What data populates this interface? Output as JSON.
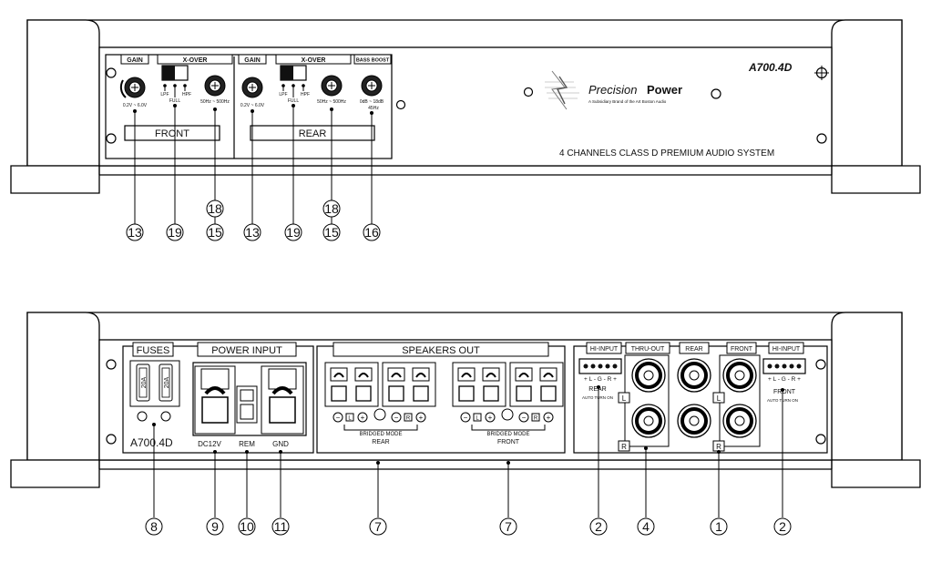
{
  "front_panel": {
    "model": "A700.4D",
    "tagline": "4 CHANNELS CLASS D PREMIUM AUDIO SYSTEM",
    "brand_light": "Precision",
    "brand_bold": "Power",
    "brand_sub": "A Subsidiary Brand of the Art Boston Audio",
    "front_section": {
      "label": "FRONT",
      "gain_label": "GAIN",
      "gain_range": "0.2V ~ 6.0V",
      "xover_label": "X-OVER",
      "xover_modes": [
        "LPF",
        "FULL",
        "HPF"
      ],
      "freq_range": "50Hz ~ 500Hz"
    },
    "rear_section": {
      "label": "REAR",
      "gain_label": "GAIN",
      "gain_range": "0.2V ~ 6.0V",
      "xover_label": "X-OVER",
      "xover_modes": [
        "LPF",
        "FULL",
        "HPF"
      ],
      "freq_range": "50Hz ~ 500Hz",
      "bass_label": "BASS BOOST",
      "bass_range": "0dB ~ 18dB",
      "bass_freq": "45Hz"
    },
    "callouts": [
      "13",
      "19",
      "18",
      "15",
      "13",
      "19",
      "18",
      "15",
      "16"
    ]
  },
  "rear_panel": {
    "fuses_label": "FUSES",
    "fuse_rating": "20A",
    "model": "A700.4D",
    "power_label": "POWER INPUT",
    "dc_label": "DC12V",
    "rem_label": "REM",
    "gnd_label": "GND",
    "speakers_label": "SPEAKERS OUT",
    "minus_sym": "−",
    "plus_sym": "+",
    "l_sym": "L",
    "r_sym": "R",
    "bridged_label": "BRIDGED MODE",
    "rear_label": "REAR",
    "front_label": "FRONT",
    "hi_input_label": "HI-INPUT",
    "thru_out_label": "THRU-OUT",
    "rca_rear_label": "REAR",
    "rca_front_label": "FRONT",
    "pin_legend": "+ L - G - R +",
    "auto_turn_on": "AUTO TURN ON",
    "hi_rear_label": "REAR",
    "hi_front_label": "FRONT",
    "callouts": [
      "8",
      "9",
      "10",
      "11",
      "7",
      "7",
      "2",
      "4",
      "1",
      "2"
    ]
  }
}
